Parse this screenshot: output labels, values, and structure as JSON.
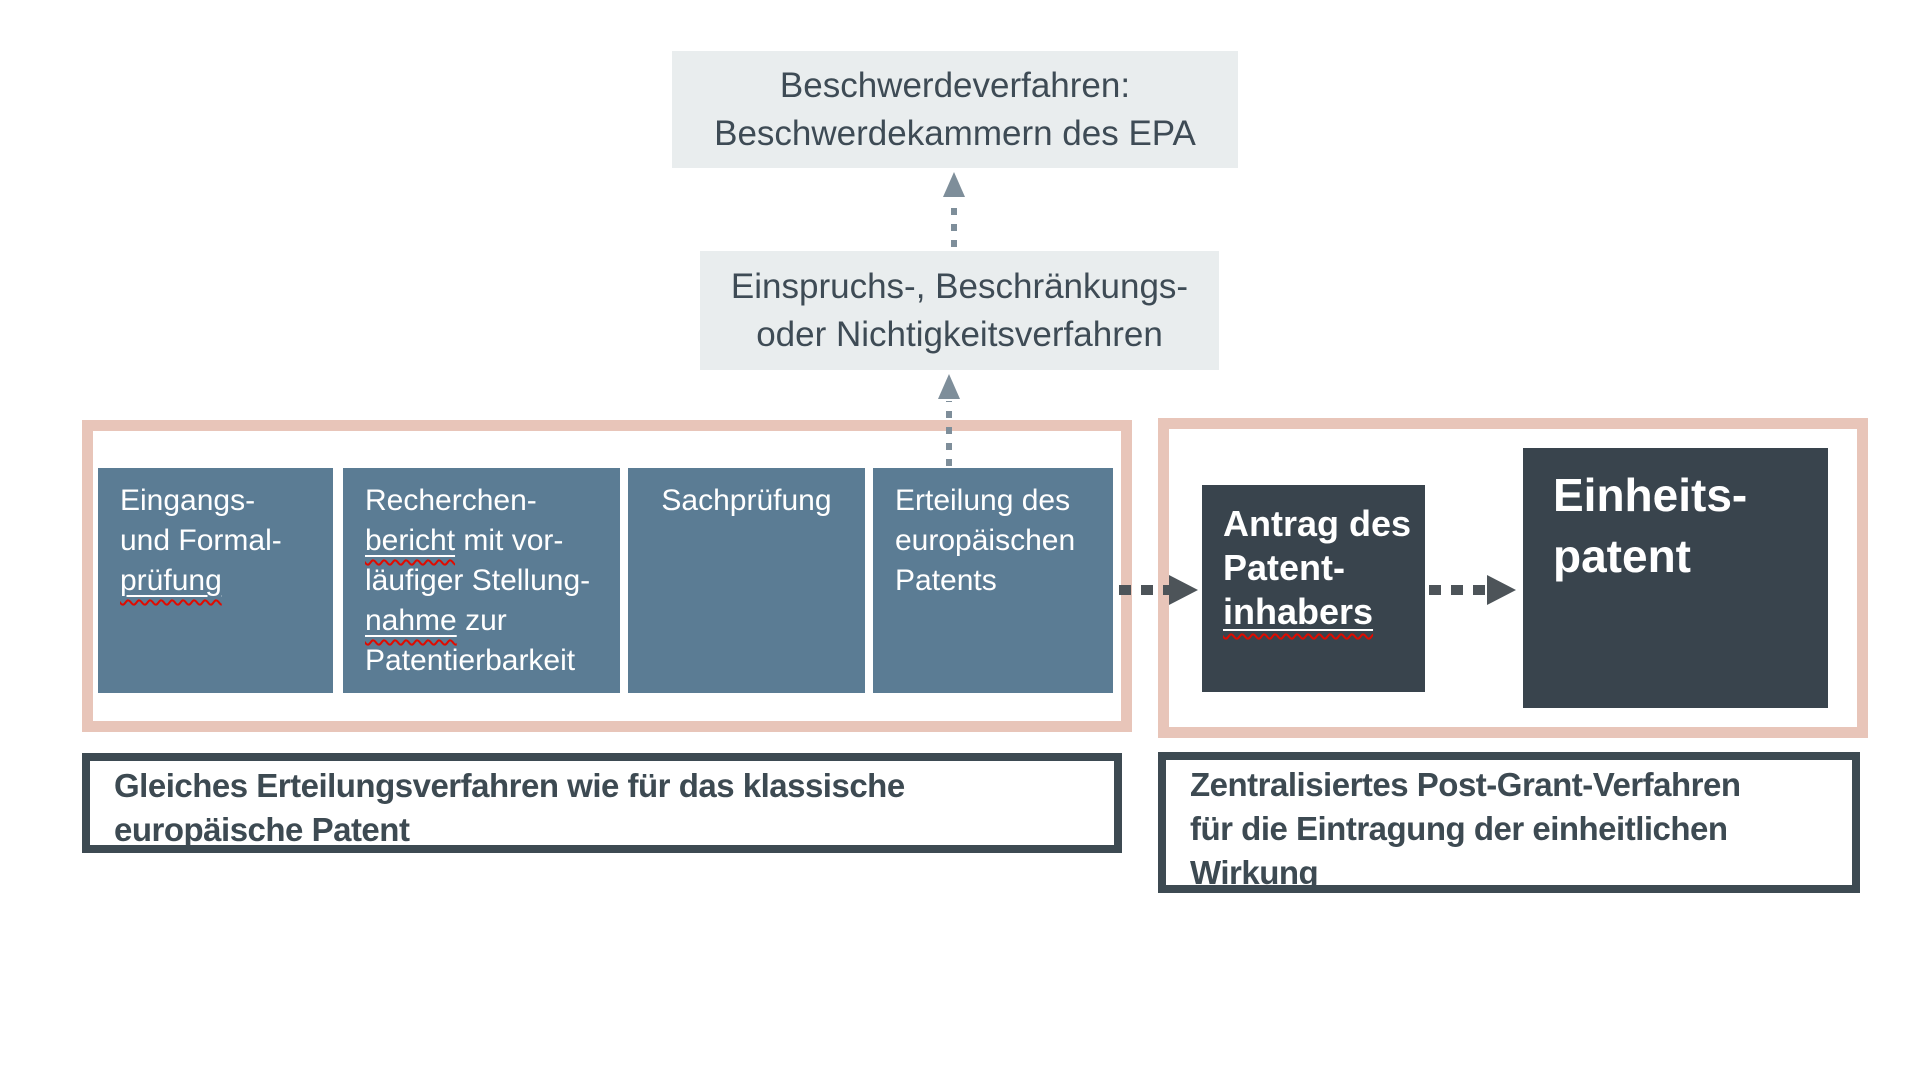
{
  "colors": {
    "background": "#ffffff",
    "procedure_box_gray": "#e9edee",
    "slate_text": "#3e4b55",
    "stage_box_blue": "#5b7c94",
    "dark_box": "#39444d",
    "frame_pink": "#e8c5b9",
    "arrow_light": "#7e8e9a",
    "arrow_dark": "#4d5459",
    "spellcheck_red": "#e00b00",
    "caption_border": "#3d4a52"
  },
  "appeal_box": {
    "lines": [
      "Beschwerdeverfahren:",
      "Beschwerdekammern des EPA"
    ]
  },
  "opposition_box": {
    "lines": [
      "Einspruchs-, Beschränkungs-",
      "oder Nichtigkeitsverfahren"
    ]
  },
  "grant_process": {
    "stages": [
      {
        "name": "eingangs-und-formalpruefung",
        "lines": [
          [
            {
              "t": "Eingangs-"
            }
          ],
          [
            {
              "t": "und Formal-"
            }
          ],
          [
            {
              "t": "prüfung",
              "u": true
            }
          ]
        ]
      },
      {
        "name": "recherchenbericht",
        "lines": [
          [
            {
              "t": "Recherchen-"
            }
          ],
          [
            {
              "t": "bericht",
              "u": true
            },
            {
              "t": " mit vor-"
            }
          ],
          [
            {
              "t": "läufiger Stellung-"
            }
          ],
          [
            {
              "t": "nahme",
              "u": true
            },
            {
              "t": " zur"
            }
          ],
          [
            {
              "t": "Patentierbarkeit"
            }
          ]
        ]
      },
      {
        "name": "sachpruefung",
        "lines": [
          [
            {
              "t": "Sachprüfung"
            }
          ]
        ]
      },
      {
        "name": "erteilung",
        "lines": [
          [
            {
              "t": "Erteilung des"
            }
          ],
          [
            {
              "t": "europäischen"
            }
          ],
          [
            {
              "t": "Patents"
            }
          ]
        ]
      }
    ],
    "caption_lines": [
      "Gleiches Erteilungsverfahren wie für das klassische",
      "europäische Patent"
    ]
  },
  "unitary_process": {
    "request_box": {
      "lines": [
        [
          {
            "t": "Antrag des"
          }
        ],
        [
          {
            "t": "Patent-"
          }
        ],
        [
          {
            "t": "inhabers",
            "u": true
          }
        ]
      ]
    },
    "patent_box": {
      "lines": [
        [
          {
            "t": "Einheits-"
          }
        ],
        [
          {
            "t": "patent"
          }
        ]
      ]
    },
    "caption_lines": [
      "Zentralisiertes Post-Grant-Verfahren",
      "für die Eintragung der einheitlichen",
      "Wirkung"
    ]
  },
  "arrows": [
    {
      "name": "opposition-to-appeal",
      "direction": "up",
      "style": "dotted"
    },
    {
      "name": "grant-to-opposition",
      "direction": "up",
      "style": "dotted"
    },
    {
      "name": "grant-to-request",
      "direction": "right",
      "style": "dotted"
    },
    {
      "name": "request-to-unitary-patent",
      "direction": "right",
      "style": "dotted"
    }
  ]
}
